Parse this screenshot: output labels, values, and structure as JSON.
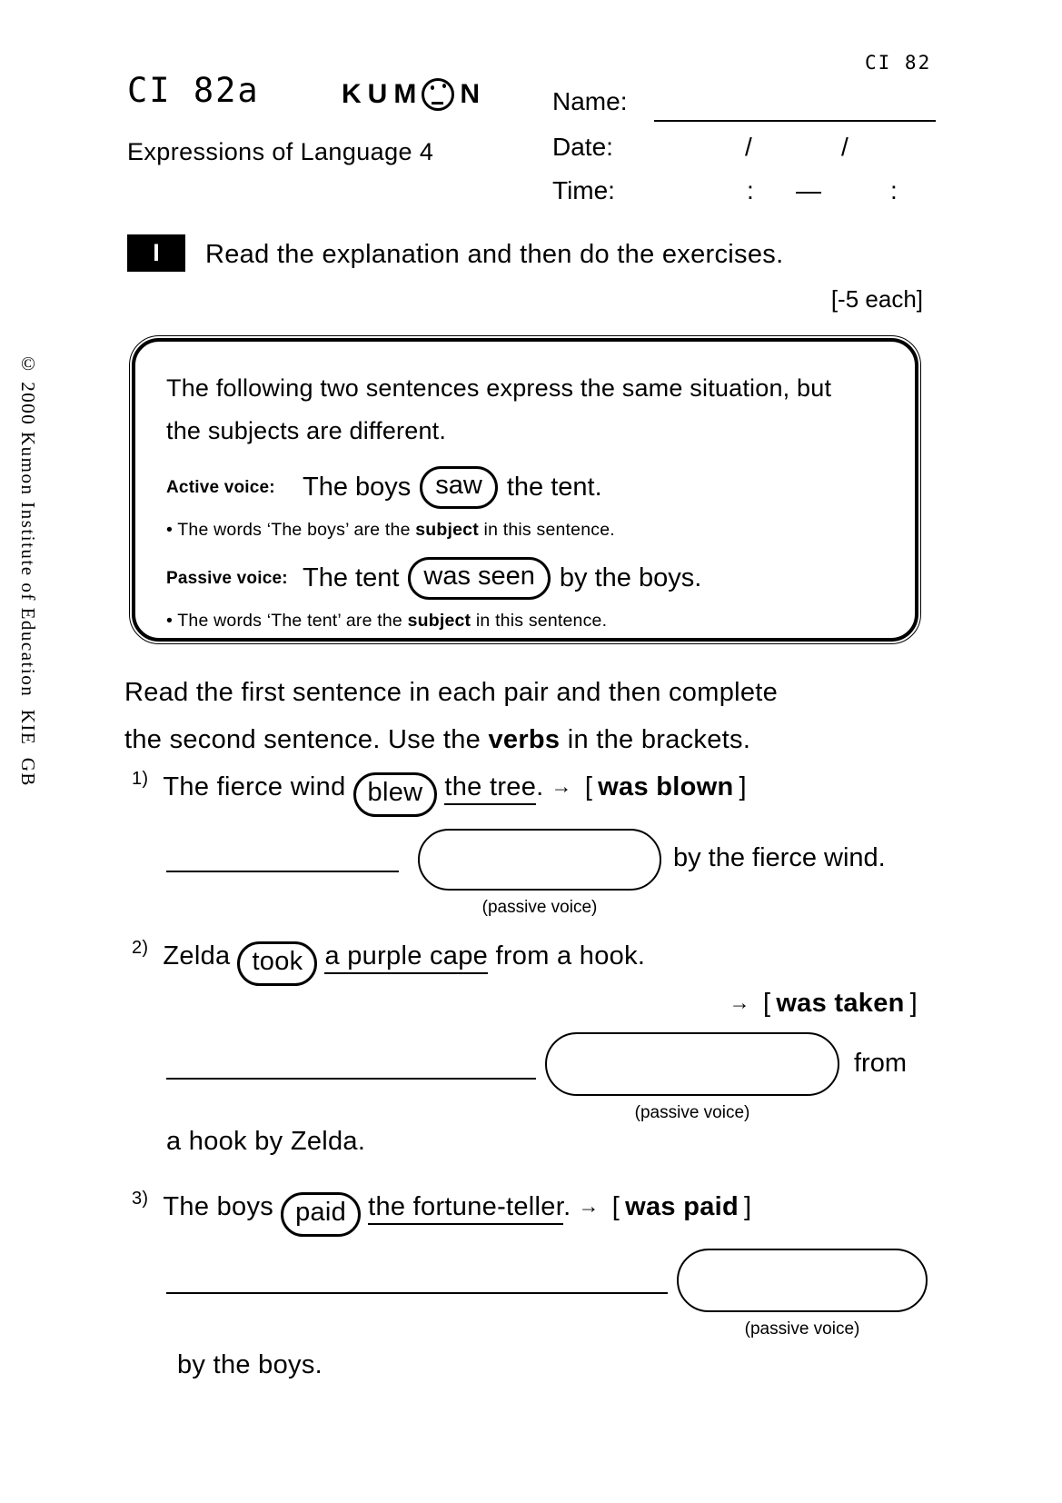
{
  "page": {
    "corner_code": "CI 82",
    "code": "CI 82a",
    "subtitle": "Expressions of Language 4",
    "logo_left": "KUM",
    "logo_right": "N",
    "copyright": "© 2000 Kumon Institute of Education  KIE  GB"
  },
  "header_fields": {
    "name_label": "Name:",
    "date_label": "Date:",
    "date_slash1": "/",
    "date_slash2": "/",
    "time_label": "Time:",
    "time_colon1": ":",
    "time_dash": "—",
    "time_colon2": ":"
  },
  "section": {
    "marker": "I",
    "instruction": "Read the explanation and then do the exercises.",
    "points": "[-5 each]"
  },
  "explanation": {
    "intro_line1": "The following two sentences express the same situation, but",
    "intro_line2": "the subjects are different.",
    "active": {
      "label": "Active voice:",
      "pre": "The boys",
      "verb": "saw",
      "post": "the tent.",
      "note_pre": "• The words ‘The boys’ are the ",
      "note_bold": "subject",
      "note_post": " in this sentence."
    },
    "passive": {
      "label": "Passive voice:",
      "pre": "The tent",
      "verb": "was seen",
      "post": "by the boys.",
      "note_pre": "• The words ‘The tent’ are the ",
      "note_bold": "subject",
      "note_post": " in this sentence."
    }
  },
  "task": {
    "line1": "Read the first sentence in each pair and then complete",
    "line2_pre": "the second sentence. Use the ",
    "line2_bold": "verbs",
    "line2_post": " in the brackets."
  },
  "exercises": [
    {
      "number": "1)",
      "pre": "The fierce wind",
      "verb": "blew",
      "underlined": "the tree",
      "after": ".",
      "arrow": "→",
      "bracket_open": "[",
      "answer_verb": "was blown",
      "bracket_close": "]",
      "caption": "(passive voice)",
      "tail": "by the fierce wind."
    },
    {
      "number": "2)",
      "pre": "Zelda",
      "verb": "took",
      "underlined": "a purple cape",
      "after": " from a hook.",
      "arrow": "→",
      "bracket_open": "[",
      "answer_verb": "was taken",
      "bracket_close": "]",
      "caption": "(passive voice)",
      "tail": "from",
      "tail2": "a hook by Zelda."
    },
    {
      "number": "3)",
      "pre": "The boys",
      "verb": "paid",
      "underlined": "the fortune-teller",
      "after": ".",
      "arrow": "→",
      "bracket_open": "[",
      "answer_verb": "was paid",
      "bracket_close": "]",
      "caption": "(passive voice)",
      "tail": "by the boys."
    }
  ]
}
